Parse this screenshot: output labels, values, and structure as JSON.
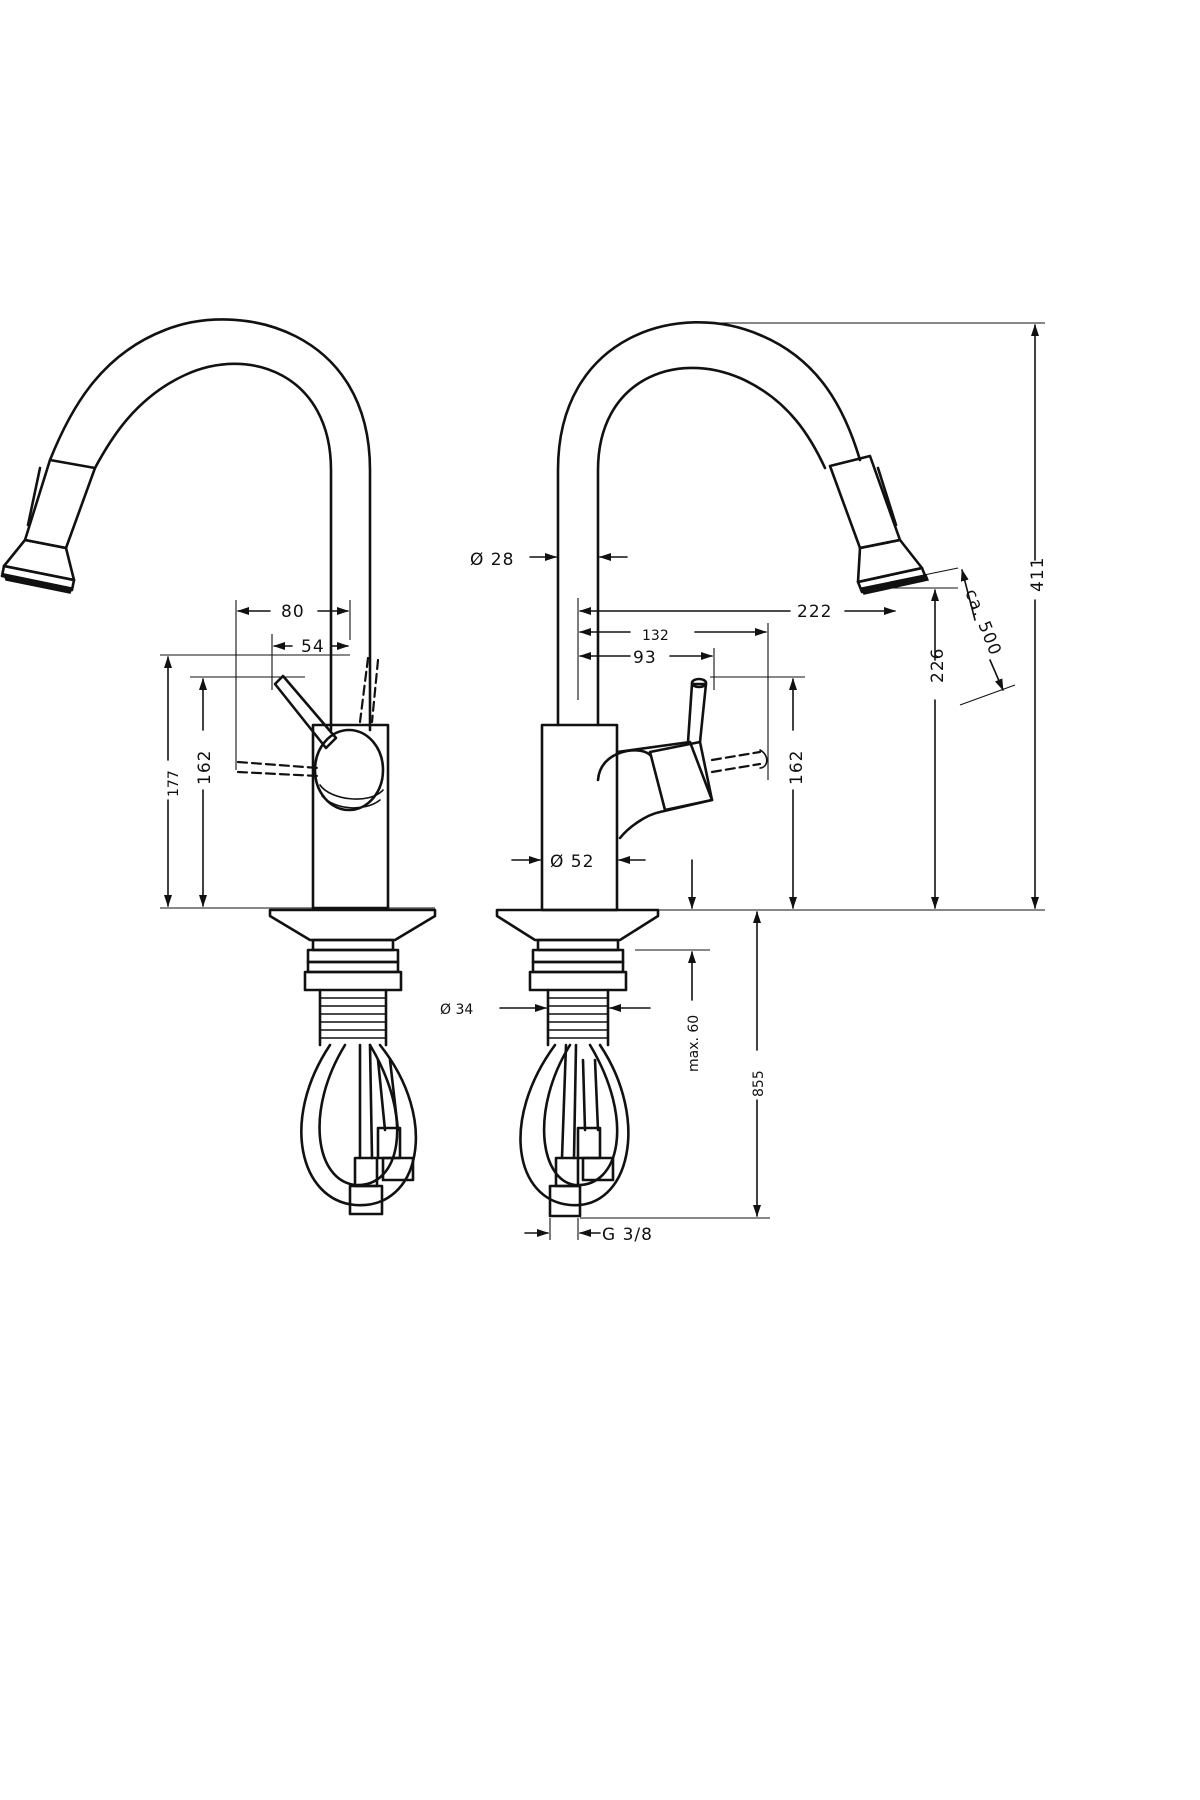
{
  "dimensions": {
    "left_width_80": "80",
    "left_width_54": "54",
    "left_height_177": "177",
    "left_height_162": "162",
    "spout_diameter": "Ø 28",
    "reach_222": "222",
    "lever_132": "132",
    "lever_93": "93",
    "right_height_162": "162",
    "base_diameter": "Ø 52",
    "outlet_height_226": "226",
    "hose_extension": "ca. 500",
    "total_height_411": "411",
    "shank_diameter": "Ø 34",
    "max_deck": "max. 60",
    "hose_length": "855",
    "connection_thread": "G 3/8"
  }
}
